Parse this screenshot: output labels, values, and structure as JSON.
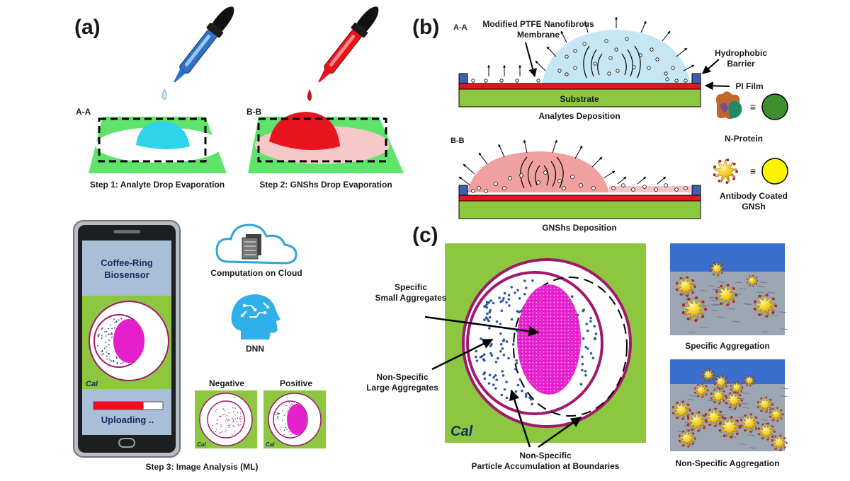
{
  "panel_a": {
    "letter": "(a)",
    "section_a": "A-A",
    "section_b": "B-B",
    "step1": "Step 1: Analyte Drop Evaporation",
    "step2": "Step 2: GNShs Drop Evaporation",
    "step3": "Step 3: Image Analysis (ML)",
    "phone_title_1": "Coffee-Ring",
    "phone_title_2": "Biosensor",
    "phone_logo": "Cal",
    "upload_status": "Uploading ..",
    "upload_progress": 0.72,
    "cloud_label": "Computation on Cloud",
    "dnn_label": "DNN",
    "negative_label": "Negative",
    "positive_label": "Positive"
  },
  "panel_b": {
    "letter": "(b)",
    "section_a": "A-A",
    "section_b": "B-B",
    "membrane_1": "Modified PTFE Nanofibrous",
    "membrane_2": "Membrane",
    "barrier_1": "Hydrophobic",
    "barrier_2": "Barrier",
    "pi_film": "PI Film",
    "substrate": "Substrate",
    "analytes_deposition": "Analytes Deposition",
    "gnshs_deposition": "GNShs Deposition",
    "equiv": "≡",
    "n_protein": "N-Protein",
    "antibody_1": "Antibody Coated",
    "antibody_2": "GNSh"
  },
  "panel_c": {
    "letter": "(c)",
    "specific_1": "Specific",
    "specific_2": "Small Aggregates",
    "nonspecific_1": "Non-Specific",
    "nonspecific_2": "Large Aggregates",
    "boundary_1": "Non-Specific",
    "boundary_2": "Particle Accumulation at Boundaries",
    "logo": "Cal",
    "specific_agg": "Specific Aggregation",
    "nonspecific_agg": "Non-Specific Aggregation"
  },
  "colors": {
    "green": "#5fe36a",
    "ring_green": "#8dc63f",
    "cyan": "#2fd3ec",
    "red": "#e8141d",
    "magenta": "#e51fcc",
    "ring_purple": "#a1186e",
    "blue_dropper": "#2f6fc4",
    "dark_navy": "#17295f"
  }
}
